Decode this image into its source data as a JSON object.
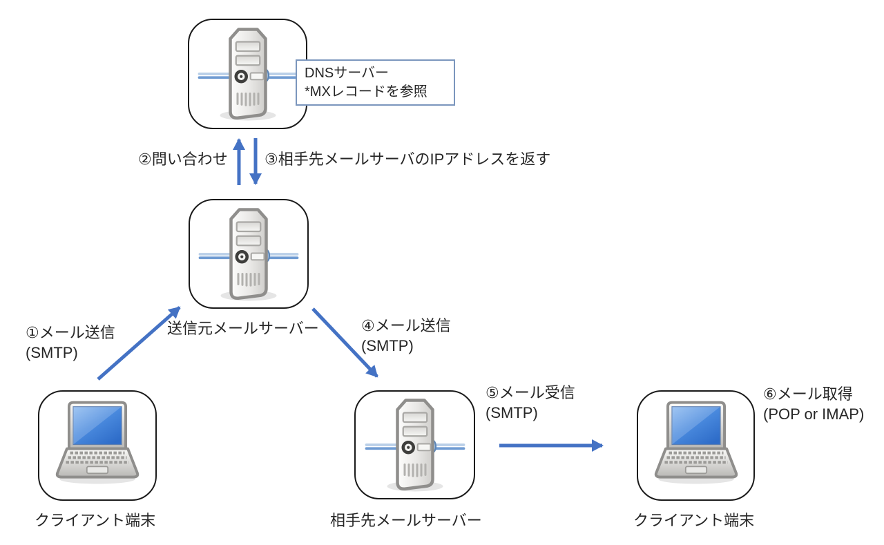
{
  "colors": {
    "arrow": "#4472C4",
    "annotation_border": "#7b96bd",
    "node_border": "#1a1a1a",
    "background": "#ffffff",
    "text": "#262626"
  },
  "annotation": {
    "line1": "DNSサーバー",
    "line2": "*MXレコードを参照"
  },
  "nodes": {
    "dns": {
      "icon": "server"
    },
    "source": {
      "icon": "server",
      "label": "送信元メールサーバー"
    },
    "client_left": {
      "icon": "laptop",
      "label": "クライアント端末"
    },
    "destination": {
      "icon": "server",
      "label": "相手先メールサーバー"
    },
    "client_right": {
      "icon": "laptop",
      "label": "クライアント端末"
    }
  },
  "edges": {
    "step1": {
      "label": "①メール送信",
      "protocol": "(SMTP)"
    },
    "step2": {
      "label": "②問い合わせ"
    },
    "step3": {
      "label": "③相手先メールサーバのIPアドレスを返す"
    },
    "step4": {
      "label": "④メール送信",
      "protocol": "(SMTP)"
    },
    "step5": {
      "label": "⑤メール受信",
      "protocol": "(SMTP)"
    },
    "step6": {
      "label": "⑥メール取得",
      "protocol": "(POP or IMAP)"
    }
  }
}
